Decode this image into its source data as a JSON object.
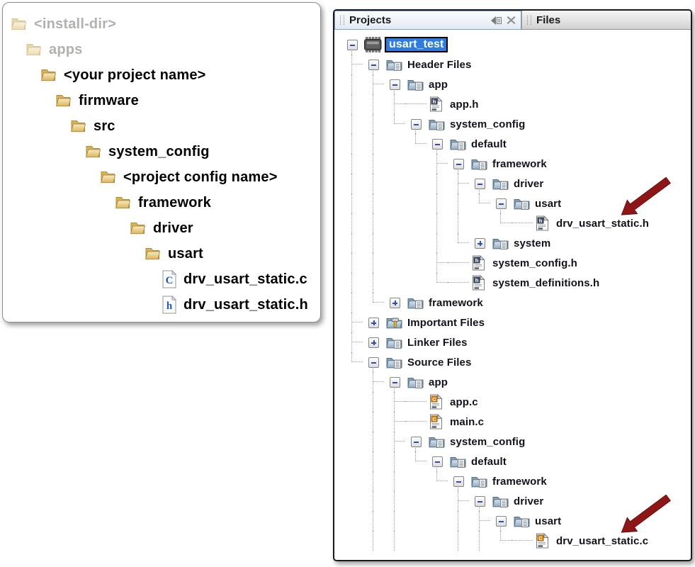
{
  "left_panel": {
    "rows": [
      {
        "label": "<install-dir>",
        "icon": "manila-folder",
        "faded": true,
        "level": 0
      },
      {
        "label": "apps",
        "icon": "manila-folder",
        "faded": true,
        "level": 1
      },
      {
        "label": "<your project name>",
        "icon": "manila-folder",
        "faded": false,
        "level": 2
      },
      {
        "label": "firmware",
        "icon": "manila-folder",
        "faded": false,
        "level": 3
      },
      {
        "label": "src",
        "icon": "manila-folder",
        "faded": false,
        "level": 4
      },
      {
        "label": "system_config",
        "icon": "manila-folder",
        "faded": false,
        "level": 5
      },
      {
        "label": "<project config name>",
        "icon": "manila-folder",
        "faded": false,
        "level": 6
      },
      {
        "label": "framework",
        "icon": "manila-folder",
        "faded": false,
        "level": 7
      },
      {
        "label": "driver",
        "icon": "manila-folder",
        "faded": false,
        "level": 8
      },
      {
        "label": "usart",
        "icon": "manila-folder",
        "faded": false,
        "level": 9
      },
      {
        "label": "drv_usart_static.c",
        "icon": "c-doc",
        "faded": false,
        "level": 10
      },
      {
        "label": "drv_usart_static.h",
        "icon": "h-doc",
        "faded": false,
        "level": 10
      }
    ]
  },
  "right_panel": {
    "tabs": [
      {
        "label": "Projects",
        "active": true,
        "controls": [
          "dock-left",
          "close"
        ]
      },
      {
        "label": "Files",
        "active": false
      }
    ],
    "tree": {
      "label": "usart_test",
      "icon": "chip",
      "state": "expanded",
      "selected": true,
      "children": [
        {
          "label": "Header Files",
          "icon": "folder",
          "state": "expanded",
          "children": [
            {
              "label": "app",
              "icon": "folder",
              "state": "expanded",
              "children": [
                {
                  "label": "app.h",
                  "icon": "file-h"
                },
                {
                  "label": "system_config",
                  "icon": "folder",
                  "state": "expanded",
                  "children": [
                    {
                      "label": "default",
                      "icon": "folder",
                      "state": "expanded",
                      "children": [
                        {
                          "label": "framework",
                          "icon": "folder",
                          "state": "expanded",
                          "children": [
                            {
                              "label": "driver",
                              "icon": "folder",
                              "state": "expanded",
                              "children": [
                                {
                                  "label": "usart",
                                  "icon": "folder",
                                  "state": "expanded",
                                  "children": [
                                    {
                                      "label": "drv_usart_static.h",
                                      "icon": "file-h",
                                      "arrow": true
                                    }
                                  ]
                                }
                              ]
                            },
                            {
                              "label": "system",
                              "icon": "folder",
                              "state": "collapsed"
                            }
                          ]
                        },
                        {
                          "label": "system_config.h",
                          "icon": "file-h"
                        },
                        {
                          "label": "system_definitions.h",
                          "icon": "file-h"
                        }
                      ]
                    }
                  ]
                }
              ]
            },
            {
              "label": "framework",
              "icon": "folder",
              "state": "collapsed"
            }
          ]
        },
        {
          "label": "Important Files",
          "icon": "folder-important",
          "state": "collapsed"
        },
        {
          "label": "Linker Files",
          "icon": "folder",
          "state": "collapsed"
        },
        {
          "label": "Source Files",
          "icon": "folder",
          "state": "expanded",
          "children": [
            {
              "label": "app",
              "icon": "folder",
              "state": "expanded",
              "more_below": true,
              "children": [
                {
                  "label": "app.c",
                  "icon": "file-c"
                },
                {
                  "label": "main.c",
                  "icon": "file-c"
                },
                {
                  "label": "system_config",
                  "icon": "folder",
                  "state": "expanded",
                  "more_below": true,
                  "children": [
                    {
                      "label": "default",
                      "icon": "folder",
                      "state": "expanded",
                      "children": [
                        {
                          "label": "framework",
                          "icon": "folder",
                          "state": "expanded",
                          "children": [
                            {
                              "label": "driver",
                              "icon": "folder",
                              "state": "expanded",
                              "more_below": true,
                              "children": [
                                {
                                  "label": "usart",
                                  "icon": "folder",
                                  "state": "expanded",
                                  "more_below": true,
                                  "children": [
                                    {
                                      "label": "drv_usart_static.c",
                                      "icon": "file-c",
                                      "arrow": true
                                    }
                                  ]
                                }
                              ]
                            }
                          ]
                        }
                      ]
                    }
                  ]
                }
              ]
            }
          ]
        }
      ]
    }
  },
  "colors": {
    "selection_blue": "#2E7CDF",
    "callout_arrow_red": "#8E1616",
    "manila_folder_tan": "#DDB65E",
    "netbeans_folder_blue": "#94ABC1",
    "active_tab_border": "#7FA0C0",
    "tree_line_gray": "#9C9C9C"
  }
}
